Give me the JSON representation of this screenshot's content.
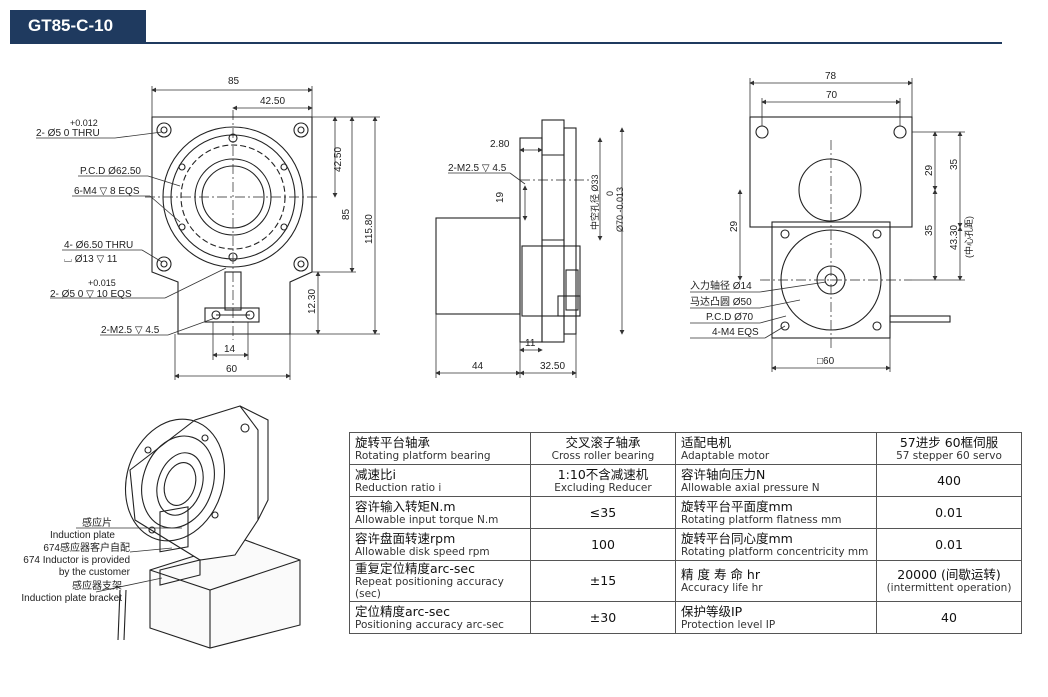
{
  "title": "GT85-C-10",
  "front_view": {
    "dims": {
      "w85": "85",
      "w42": "42.50",
      "h42": "42.50",
      "h85": "85",
      "h115": "115.80",
      "h12": "12.30",
      "w14": "14",
      "w60": "60"
    },
    "callouts": {
      "pin_tol_top": "+0.012",
      "pin_hole": "2- Ø5    0      THRU",
      "pcd": "P.C.D Ø62.50",
      "tap6": "6-M4 ▽ 8 EQS",
      "cb": "4- Ø6.50 THRU",
      "cb2": "⌴ Ø13 ▽ 11",
      "pin2_tol": "+0.015",
      "pin2": "2- Ø5   0      ▽ 10 EQS",
      "m25": "2-M2.5 ▽ 4.5"
    }
  },
  "side_view": {
    "dims": {
      "d280": "2.80",
      "d19": "19",
      "d44": "44",
      "d11": "11",
      "d3250": "32.50",
      "hollow": "中空孔径 Ø33",
      "bore": "Ø70 -0.013",
      "bore_zero": "0"
    },
    "callouts": {
      "m25": "2-M2.5 ▽ 4.5"
    }
  },
  "right_view": {
    "dims": {
      "d78": "78",
      "d70": "70",
      "d29a": "29",
      "d35a": "35",
      "d29b": "29",
      "d35b": "35",
      "d4330": "43.30",
      "center": "(中心孔距)",
      "sq60": "□60"
    },
    "callouts": {
      "shaft": "入力轴径 Ø14",
      "spigot": "马达凸圆 Ø50",
      "pcd": "P.C.D Ø70",
      "tap": "4-M4 EQS"
    }
  },
  "iso_view": {
    "labels": {
      "l1": "感应片",
      "l2": "Induction plate",
      "l3": "674感应器客户自配",
      "l4": "674 Inductor is provided",
      "l5": "by the customer",
      "l6": "感应器支架",
      "l7": "Induction plate bracket"
    }
  },
  "spec_table": {
    "rows": [
      {
        "l_zh": "旋转平台轴承",
        "l_en": "Rotating platform bearing",
        "v_zh": "交叉滚子轴承",
        "v_en": "Cross roller bearing",
        "r_zh": "适配电机",
        "r_en": "Adaptable motor",
        "rv_zh": "57进步 60框伺服",
        "rv_en": "57 stepper 60 servo"
      },
      {
        "l_zh": "减速比i",
        "l_en": "Reduction ratio i",
        "v_zh": "1:10不含减速机",
        "v_en": "Excluding Reducer",
        "r_zh": "容许轴向压力N",
        "r_en": "Allowable axial pressure N",
        "rv_zh": "400",
        "rv_en": ""
      },
      {
        "l_zh": "容许输入转矩N.m",
        "l_en": "Allowable input torque N.m",
        "v_zh": "≤35",
        "v_en": "",
        "r_zh": "旋转平台平面度mm",
        "r_en": "Rotating platform flatness mm",
        "rv_zh": "0.01",
        "rv_en": ""
      },
      {
        "l_zh": "容许盘面转速rpm",
        "l_en": "Allowable disk speed rpm",
        "v_zh": "100",
        "v_en": "",
        "r_zh": "旋转平台同心度mm",
        "r_en": "Rotating platform concentricity mm",
        "rv_zh": "0.01",
        "rv_en": ""
      },
      {
        "l_zh": "重复定位精度arc-sec",
        "l_en": "Repeat positioning accuracy (sec)",
        "v_zh": "±15",
        "v_en": "",
        "r_zh": "精 度 寿 命 hr",
        "r_en": "Accuracy life hr",
        "rv_zh": "20000 (间歇运转)",
        "rv_en": "(intermittent operation)"
      },
      {
        "l_zh": "定位精度arc-sec",
        "l_en": "Positioning accuracy arc-sec",
        "v_zh": "±30",
        "v_en": "",
        "r_zh": "保护等级IP",
        "r_en": "Protection level IP",
        "rv_zh": "40",
        "rv_en": ""
      }
    ]
  }
}
